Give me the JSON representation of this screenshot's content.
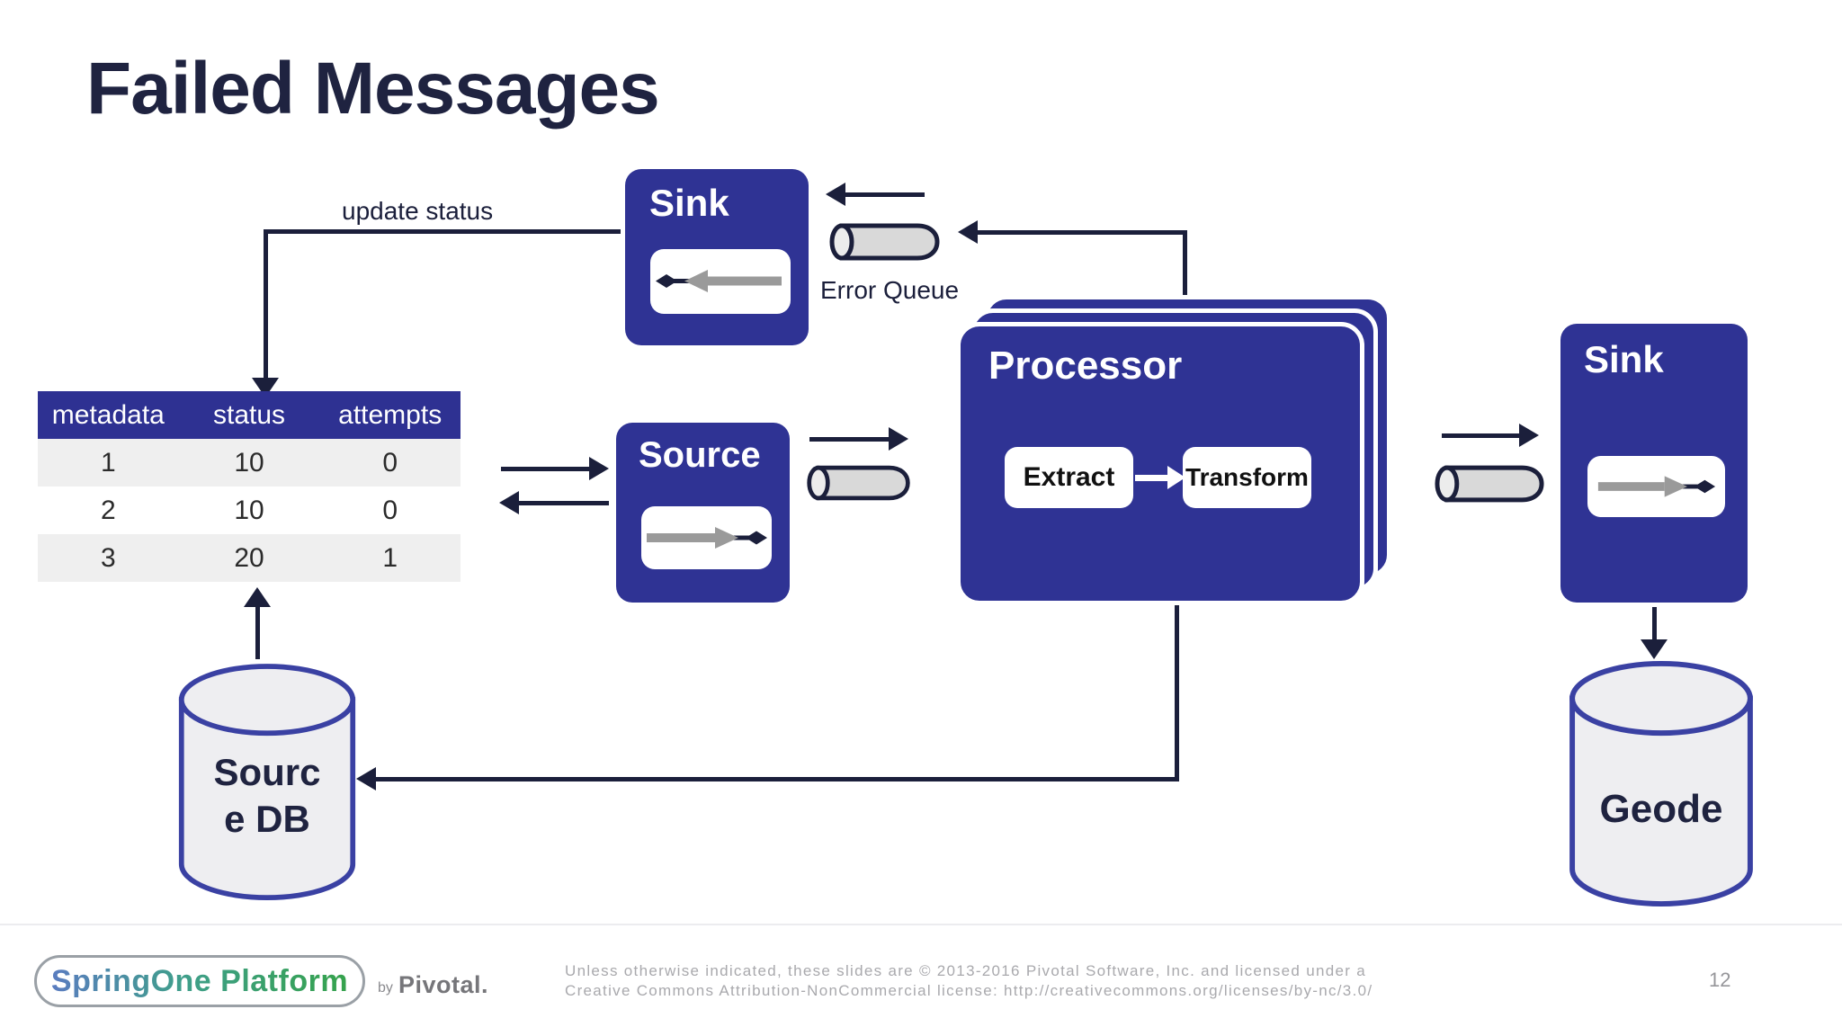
{
  "slide": {
    "title": "Failed Messages"
  },
  "diagram": {
    "update_status_label": "update status",
    "sink_top": {
      "title": "Sink"
    },
    "error_queue": {
      "label": "Error Queue"
    },
    "table": {
      "headers": [
        "metadata",
        "status",
        "attempts"
      ],
      "rows": [
        [
          "1",
          "10",
          "0"
        ],
        [
          "2",
          "10",
          "0"
        ],
        [
          "3",
          "20",
          "1"
        ]
      ]
    },
    "source": {
      "title": "Source"
    },
    "processor": {
      "title": "Processor",
      "extract_label": "Extract",
      "transform_label": "Transform"
    },
    "sink_right": {
      "title": "Sink"
    },
    "source_db": {
      "label": "Sourc\ne DB"
    },
    "geode": {
      "label": "Geode"
    }
  },
  "footer": {
    "logo_text": "SpringOne Platform",
    "byline_by": "by",
    "byline_brand": "Pivotal.",
    "license_line1": "Unless otherwise indicated, these slides are © 2013-2016 Pivotal Software, Inc. and licensed under a",
    "license_line2": "Creative Commons Attribution-NonCommercial license: http://creativecommons.org/licenses/by-nc/3.0/",
    "page_number": "12"
  },
  "colors": {
    "module_indigo": "#2f3394",
    "table_header_indigo": "#2e3192",
    "connector_navy": "#1b1f3b",
    "message_gray": "#9a9a9a",
    "db_cylinder_fill": "#eeeef1",
    "db_cylinder_border": "#3a41a3",
    "queue_cylinder_fill": "#d9d9d9",
    "row_alt_gray": "#efefef",
    "logo_green": "#35a24c",
    "logo_blue": "#5a7cc0"
  }
}
